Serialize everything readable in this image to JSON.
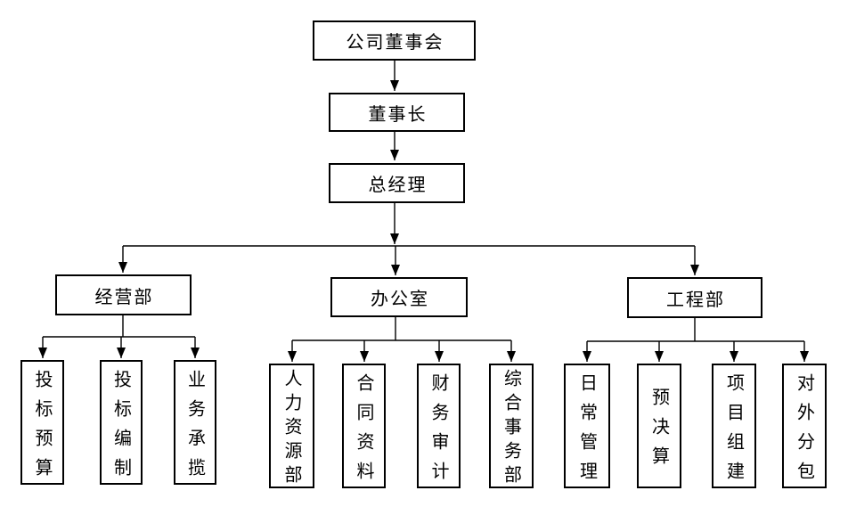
{
  "diagram": {
    "background": "#ffffff",
    "line_color": "#000000",
    "border_color": "#000000",
    "text_color": "#000000",
    "nodes": {
      "board": "公司董事会",
      "chairman": "董事长",
      "general_manager": "总经理"
    },
    "departments": [
      {
        "name": "经营部",
        "children": [
          "投标预算",
          "投标编制",
          "业务承揽"
        ]
      },
      {
        "name": "办公室",
        "children": [
          "人力资源部",
          "合同资料",
          "财务审计",
          "综合事务部"
        ]
      },
      {
        "name": "工程部",
        "children": [
          "日常管理",
          "预决算",
          "项目组建",
          "对外分包"
        ]
      }
    ]
  }
}
